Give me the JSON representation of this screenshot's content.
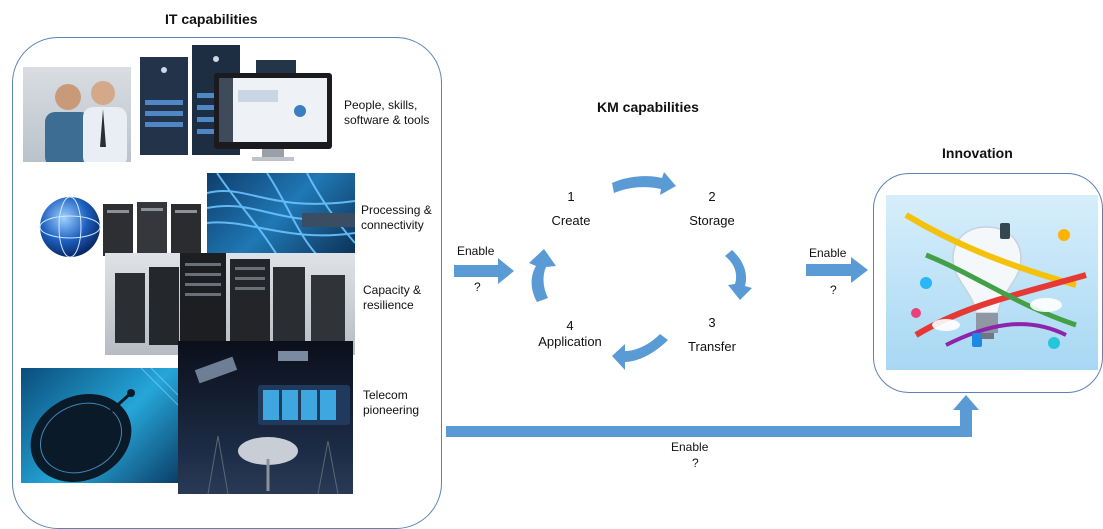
{
  "it": {
    "title": "IT capabilities",
    "groups": [
      {
        "label": "People, skills, software & tools"
      },
      {
        "label": "Processing & connectivity"
      },
      {
        "label": "Capacity & resilience"
      },
      {
        "label": "Telecom pioneering"
      }
    ]
  },
  "km": {
    "title": "KM capabilities",
    "steps": [
      {
        "num": "1",
        "label": "Create"
      },
      {
        "num": "2",
        "label": "Storage"
      },
      {
        "num": "3",
        "label": "Transfer"
      },
      {
        "num": "4",
        "label": "Application"
      }
    ]
  },
  "innovation": {
    "title": "Innovation"
  },
  "arrows": {
    "it_to_km": {
      "label": "Enable",
      "q": "?"
    },
    "km_to_innovation": {
      "label": "Enable",
      "q": "?"
    },
    "it_to_innovation": {
      "label": "Enable",
      "q": "?"
    }
  },
  "colors": {
    "arrow": "#5b9bd5",
    "border": "#5b83b8"
  }
}
